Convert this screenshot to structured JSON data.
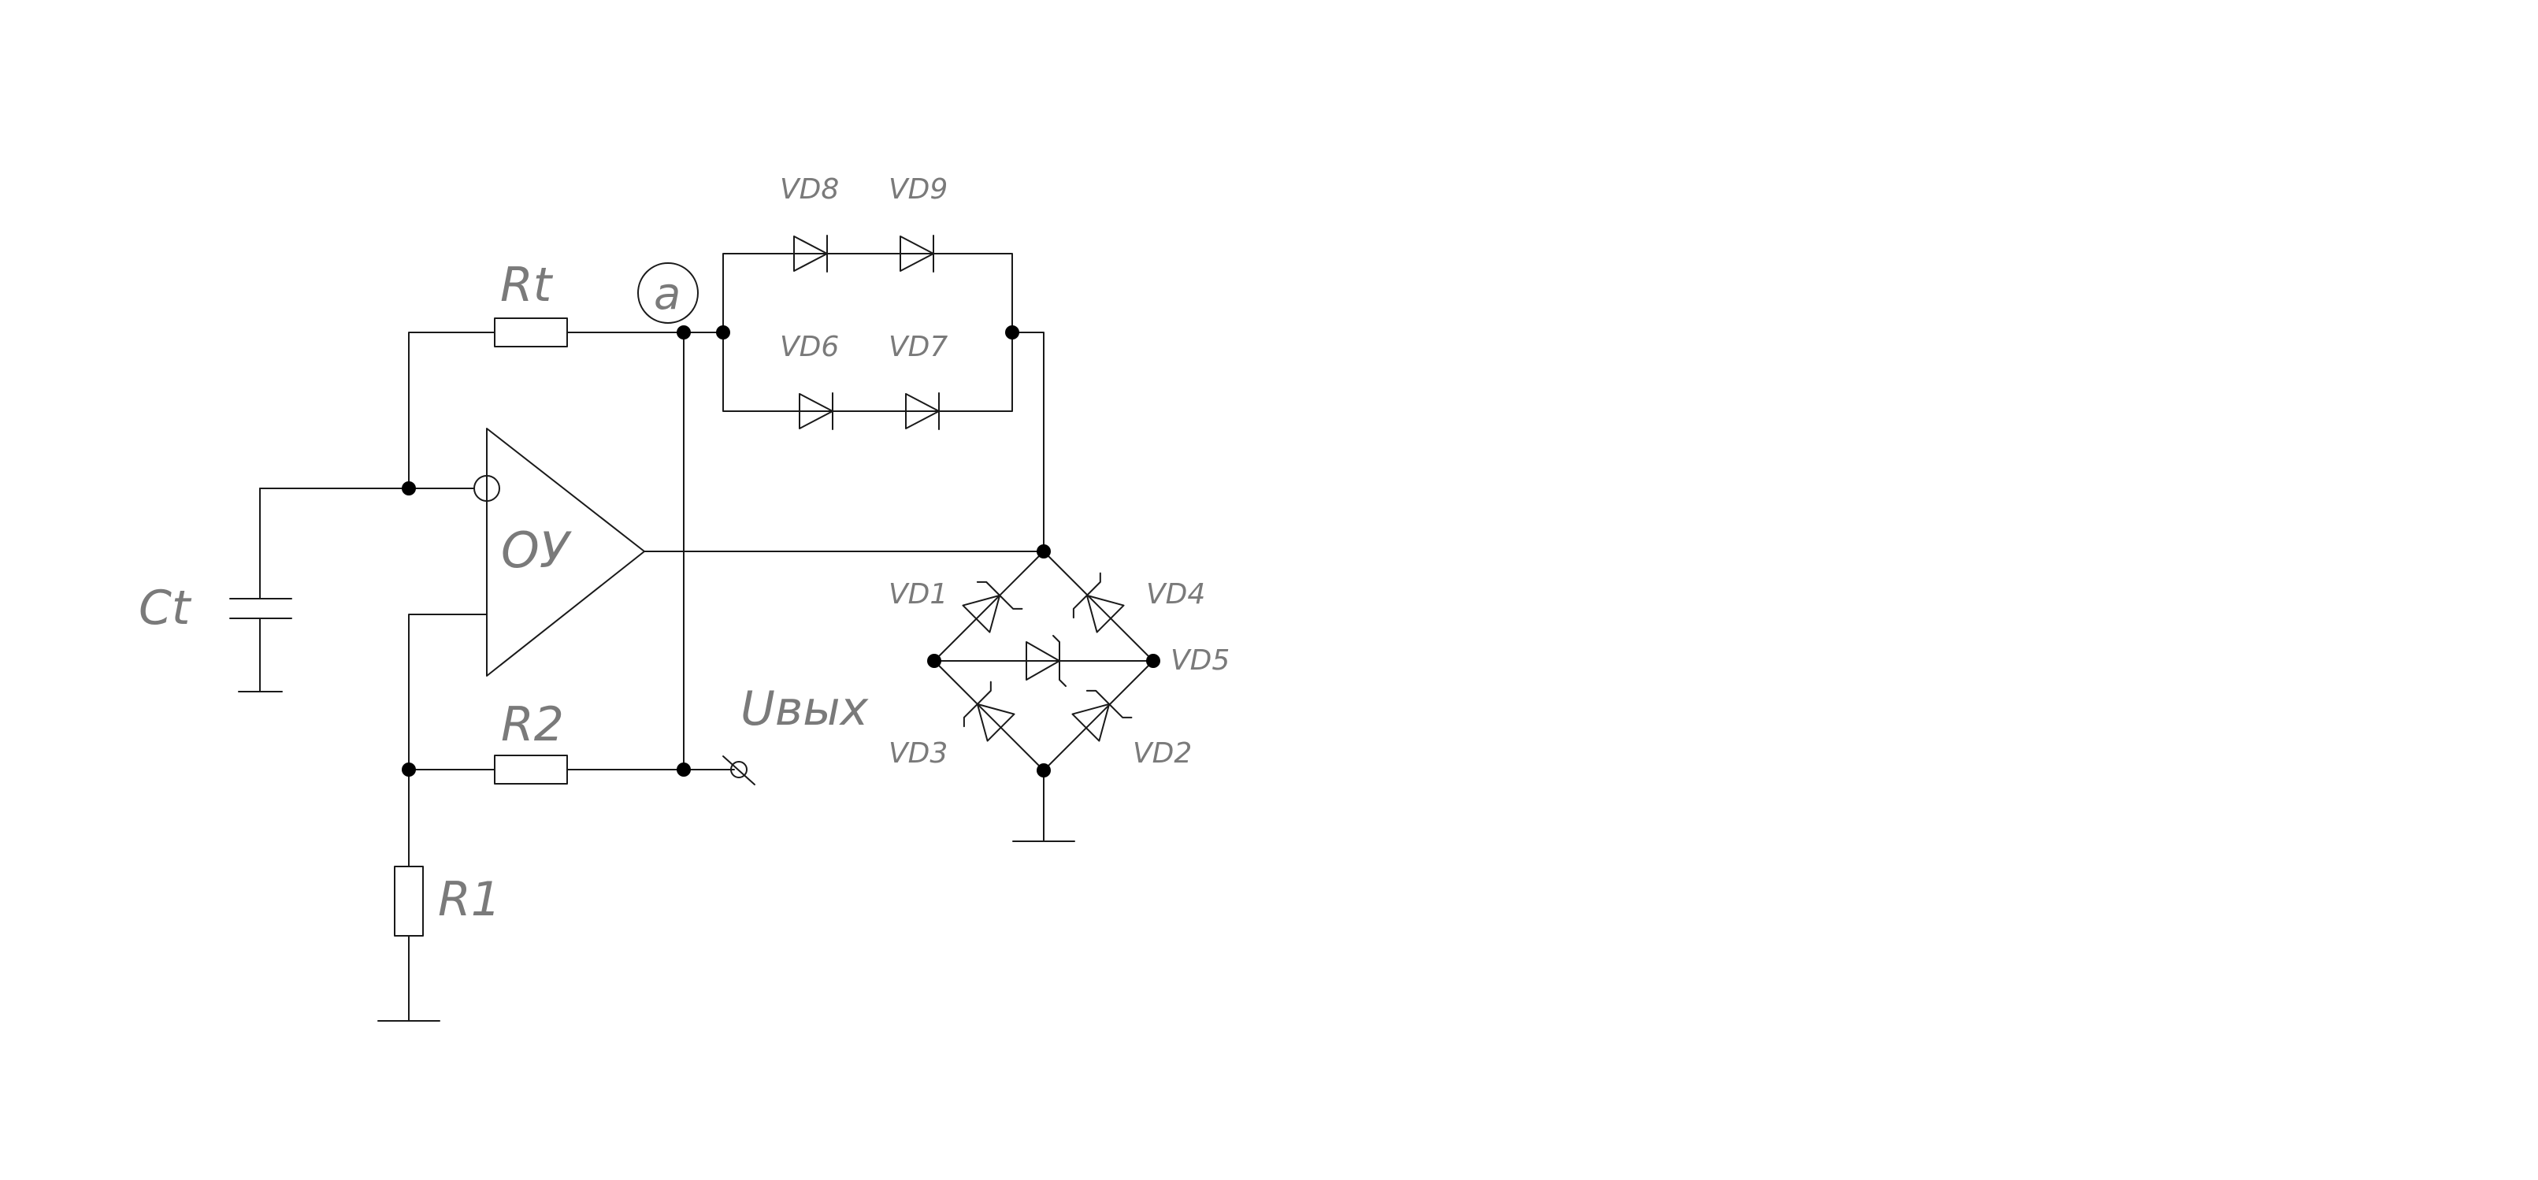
{
  "labels": {
    "Rt": "Rt",
    "node_a": "a",
    "Ct": "Ct",
    "opamp": "ОУ",
    "R2": "R2",
    "R1": "R1",
    "Uout": "Uвых",
    "VD1": "VD1",
    "VD2": "VD2",
    "VD3": "VD3",
    "VD4": "VD4",
    "VD5": "VD5",
    "VD6": "VD6",
    "VD7": "VD7",
    "VD8": "VD8",
    "VD9": "VD9"
  },
  "colors": {
    "wire": "#1a1a1a",
    "label": "#7a7a7a",
    "background": "#ffffff"
  }
}
